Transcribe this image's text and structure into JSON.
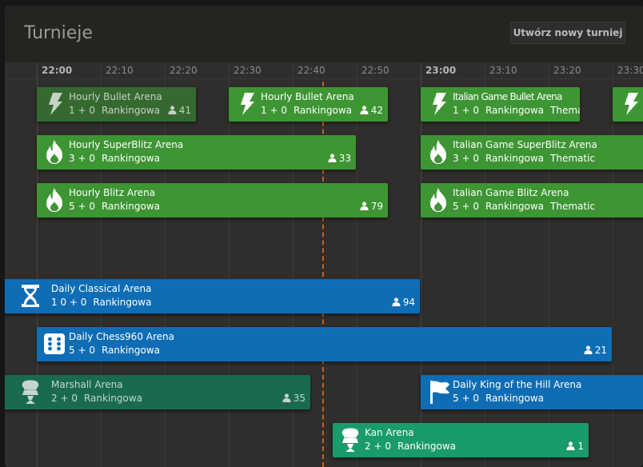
{
  "page": {
    "title": "Turnieje",
    "create_button": "Utwórz nowy turniej"
  },
  "timeline": {
    "ticks": [
      "22:00",
      "22:10",
      "22:20",
      "22:30",
      "22:40",
      "22:50",
      "23:00",
      "23:10",
      "23:20",
      "23:30"
    ]
  },
  "tournaments": [
    {
      "name": "Hourly Bullet Arena",
      "clock": "1 + 0",
      "rating": "Rankingowa",
      "players": "41",
      "icon": "bullet-icon"
    },
    {
      "name": "Hourly Bullet Arena",
      "clock": "1 + 0",
      "rating": "Rankingowa",
      "players": "42",
      "icon": "bullet-icon"
    },
    {
      "name": "Italian Game Bullet Arena",
      "clock": "1 + 0",
      "rating": "Rankingowa",
      "variant": "Thematic",
      "icon": "bullet-icon"
    },
    {
      "icon": "bullet-icon"
    },
    {
      "name": "Hourly SuperBlitz Arena",
      "clock": "3 + 0",
      "rating": "Rankingowa",
      "players": "33",
      "icon": "fire-icon"
    },
    {
      "name": "Italian Game SuperBlitz Arena",
      "clock": "3 + 0",
      "rating": "Rankingowa",
      "variant": "Thematic",
      "icon": "fire-icon"
    },
    {
      "name": "Hourly Blitz Arena",
      "clock": "5 + 0",
      "rating": "Rankingowa",
      "players": "79",
      "icon": "fire-icon"
    },
    {
      "name": "Italian Game Blitz Arena",
      "clock": "5 + 0",
      "rating": "Rankingowa",
      "variant": "Thematic",
      "icon": "fire-icon"
    },
    {
      "name": "Daily Classical Arena",
      "clock": "1 0 + 0",
      "rating": "Rankingowa",
      "players": "94",
      "icon": "hourglass-icon"
    },
    {
      "name": "Daily Chess960 Arena",
      "clock": "5 + 0",
      "rating": "Rankingowa",
      "players": "21",
      "icon": "dice-icon"
    },
    {
      "name": "Marshall Arena",
      "clock": "2 + 0",
      "rating": "Rankingowa",
      "players": "35",
      "icon": "opening-icon"
    },
    {
      "name": "Daily King of the Hill Arena",
      "clock": "5 + 0",
      "rating": "Rankingowa",
      "icon": "flag-icon"
    },
    {
      "name": "Kan Arena",
      "clock": "2 + 0",
      "rating": "Rankingowa",
      "players": "1",
      "icon": "opening-icon"
    }
  ],
  "colors": {
    "green": "#3d9533",
    "blue": "#0f6db5",
    "teal": "#199b6c",
    "now_line": "#c86018"
  }
}
